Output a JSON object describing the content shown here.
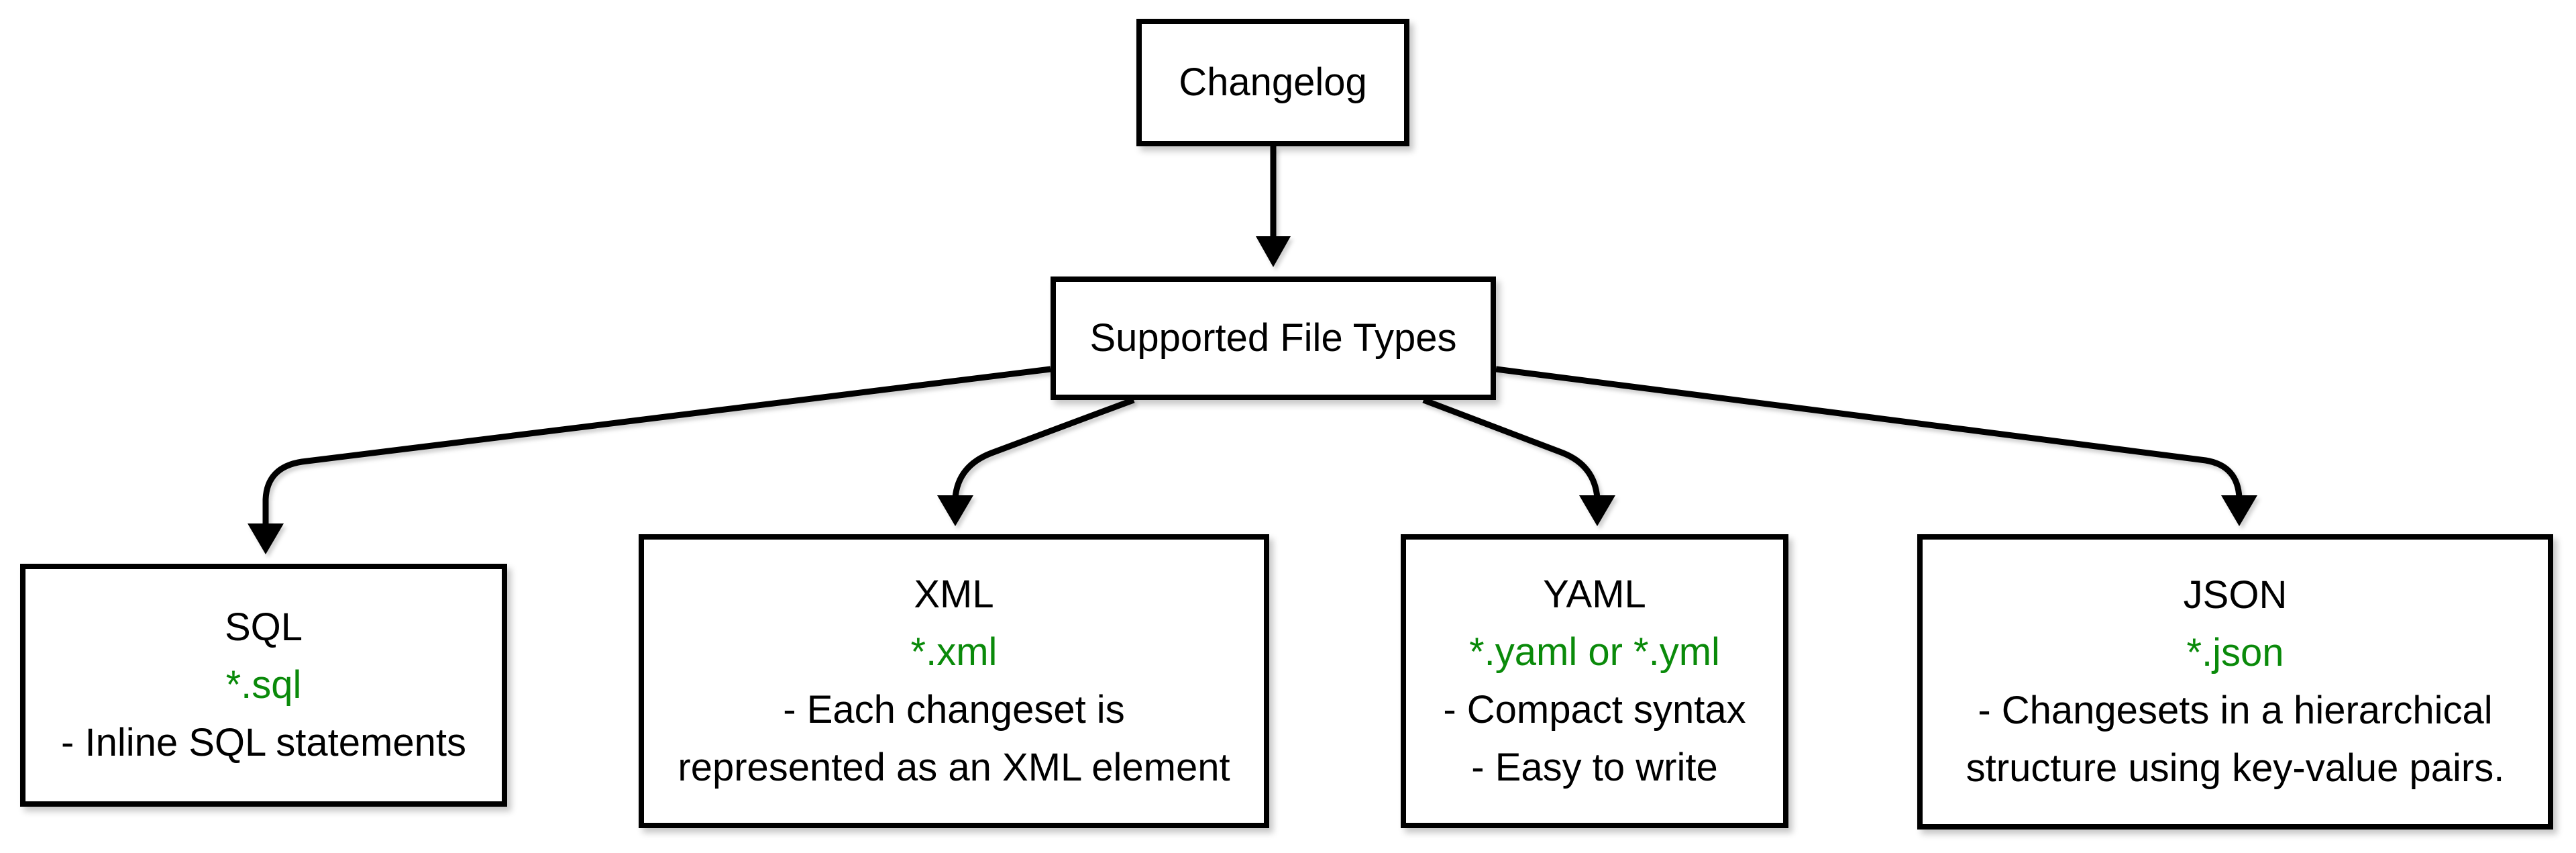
{
  "diagram": {
    "root": {
      "label": "Changelog"
    },
    "hub": {
      "label": "Supported File Types"
    },
    "file_types": [
      {
        "name": "SQL",
        "extension": "*.sql",
        "description_lines": [
          "- Inline SQL statements"
        ]
      },
      {
        "name": "XML",
        "extension": "*.xml",
        "description_lines": [
          "- Each changeset is",
          "represented as an XML element"
        ]
      },
      {
        "name": "YAML",
        "extension": "*.yaml or *.yml",
        "description_lines": [
          "- Compact syntax",
          "- Easy to write"
        ]
      },
      {
        "name": "JSON",
        "extension": "*.json",
        "description_lines": [
          "- Changesets in a hierarchical",
          "structure using key-value pairs."
        ]
      }
    ],
    "edges": [
      {
        "from": "Changelog",
        "to": "Supported File Types"
      },
      {
        "from": "Supported File Types",
        "to": "SQL"
      },
      {
        "from": "Supported File Types",
        "to": "XML"
      },
      {
        "from": "Supported File Types",
        "to": "YAML"
      },
      {
        "from": "Supported File Types",
        "to": "JSON"
      }
    ],
    "colors": {
      "extension_text": "#0a8a0a",
      "box_border": "#000000",
      "text": "#000000",
      "background": "#ffffff"
    }
  }
}
